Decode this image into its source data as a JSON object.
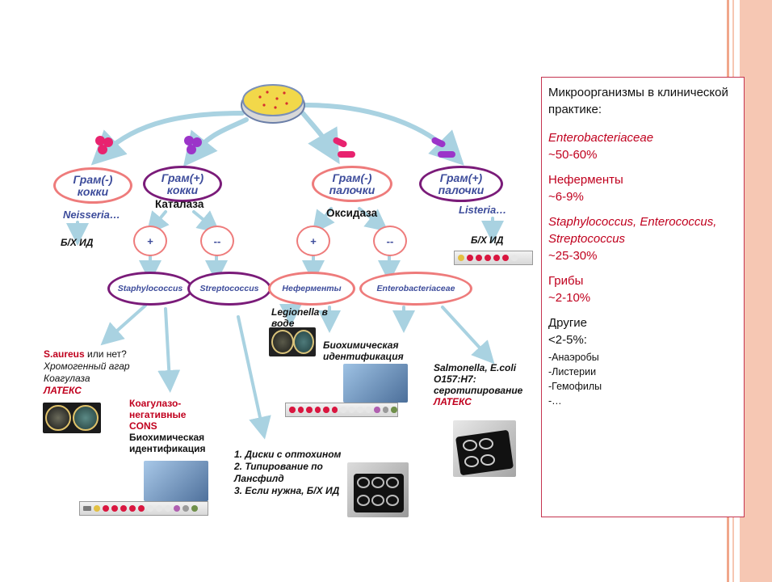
{
  "top_level": {
    "gram_neg_cocci": "Грам(-) кокки",
    "gram_pos_cocci": "Грам(+) кокки",
    "gram_neg_rods": "Грам(-) палочки",
    "gram_pos_rods": "Грам(+) палочки"
  },
  "tests": {
    "catalase": "Каталаза",
    "oxidase": "Оксидаза",
    "plus": "+",
    "minus": "--"
  },
  "genera": {
    "neisseria": "Neisseria…",
    "listeria": "Listeria…",
    "bh_id_left": "Б/Х ИД",
    "bh_id_right": "Б/Х ИД",
    "staph": "Staphylococcus",
    "strep": "Streptococcus",
    "nonferm": "Неферменты",
    "entero": "Enterobacteriaceae"
  },
  "notes": {
    "legionella": "Legionella в воде",
    "biochem_mid": "Биохимическая идентификация",
    "saureus_1": "S.aureus",
    "saureus_2": " или нет?",
    "saureus_3": "Хромогенный агар",
    "saureus_4": "Коагулаза",
    "saureus_5": "ЛАТЕКС",
    "cons_1": "Коагулазо-",
    "cons_2": "негативные",
    "cons_3": "CONS",
    "cons_4": "Биохимическая идентификация",
    "strep_1": "1.  Диски с оптохином",
    "strep_2": "2.  Типирование по Лансфилд",
    "strep_3": "3.  Если нужна, Б/Х ИД",
    "salm_1": "Salmonella, E.coli O157:H7: серотипирование",
    "salm_2": "ЛАТЕКС"
  },
  "panel": {
    "title": "Микроорганизмы в клинической практике:",
    "entero_name": "Enterobacteriaceae",
    "entero_pct": "~50-60%",
    "nonferm_name": "Неферменты",
    "nonferm_pct": "~6-9%",
    "gpc_name": "Staphylococcus, Enterococcus, Streptococcus",
    "gpc_pct": "~25-30%",
    "fungi_name": "Грибы",
    "fungi_pct": "~2-10%",
    "other_name": "Другие",
    "other_pct": "<2-5%:",
    "other_1": "-Анаэробы",
    "other_2": "-Листерии",
    "other_3": "-Гемофилы",
    "other_4": "-…"
  },
  "colors": {
    "pink_oval": "#ee7b7b",
    "purple_oval": "#7a1b79",
    "arrow": "#a9d2e1",
    "label_blue": "#3d4c9b",
    "accent_red": "#c0001e",
    "panel_border": "#c5344f",
    "right_band": "#f6c7b3"
  }
}
